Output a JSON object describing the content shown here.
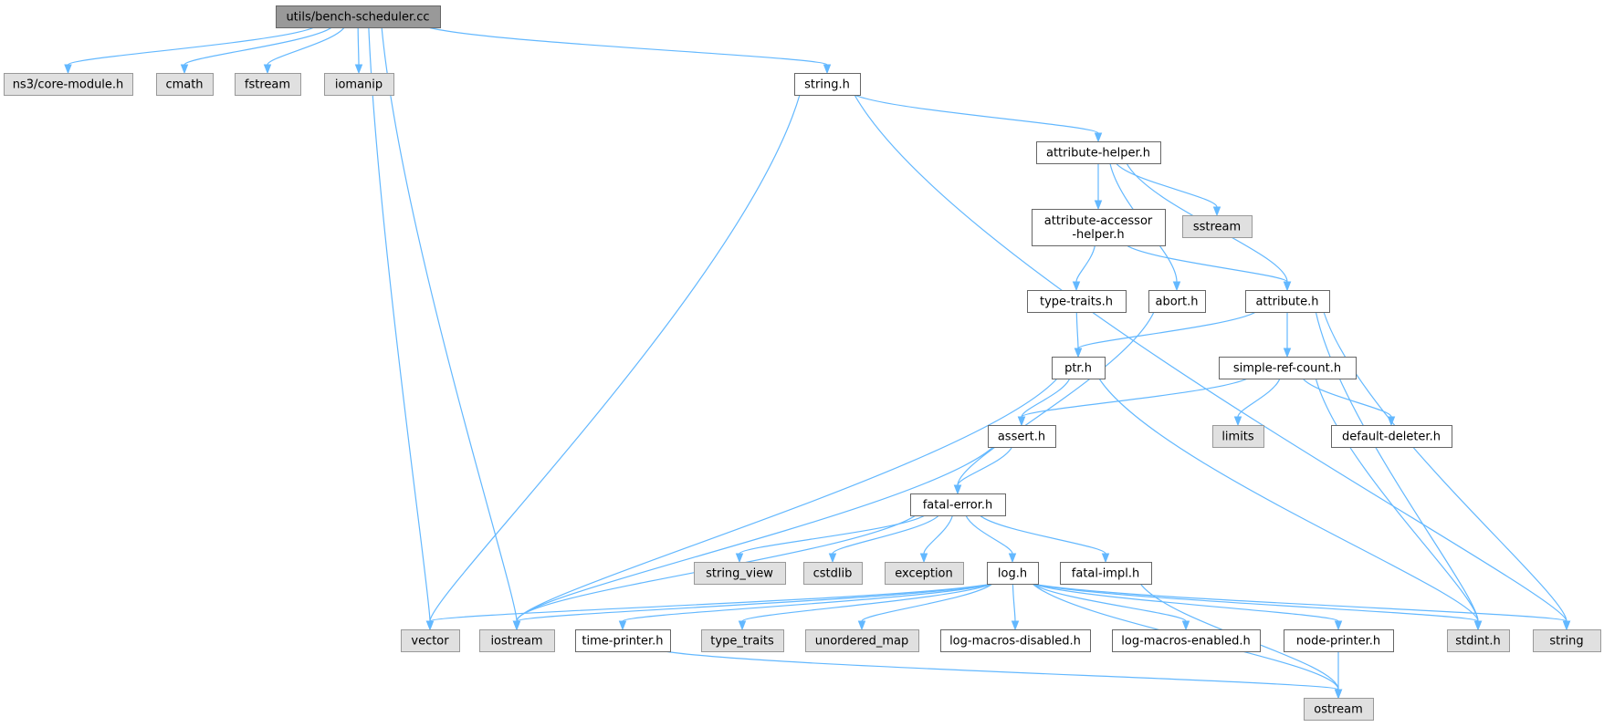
{
  "colors": {
    "root_fill": "#999999",
    "root_stroke": "#666666",
    "doc_fill": "#ffffff",
    "doc_stroke": "#666666",
    "sys_fill": "#e0e0e0",
    "sys_stroke": "#999999",
    "edge": "#63b8ff"
  },
  "nodes": {
    "bench": {
      "lines": [
        "utils/bench-scheduler.cc"
      ],
      "kind": "root"
    },
    "coremod": {
      "lines": [
        "ns3/core-module.h"
      ],
      "kind": "sys"
    },
    "cmath": {
      "lines": [
        "cmath"
      ],
      "kind": "sys"
    },
    "fstream": {
      "lines": [
        "fstream"
      ],
      "kind": "sys"
    },
    "iomanip": {
      "lines": [
        "iomanip"
      ],
      "kind": "sys"
    },
    "stringh": {
      "lines": [
        "string.h"
      ],
      "kind": "doc"
    },
    "attrhelper": {
      "lines": [
        "attribute-helper.h"
      ],
      "kind": "doc"
    },
    "accessor": {
      "lines": [
        "attribute-accessor",
        "-helper.h"
      ],
      "kind": "doc"
    },
    "sstream": {
      "lines": [
        "sstream"
      ],
      "kind": "sys"
    },
    "typetraitsh": {
      "lines": [
        "type-traits.h"
      ],
      "kind": "doc"
    },
    "abort": {
      "lines": [
        "abort.h"
      ],
      "kind": "doc"
    },
    "attribute": {
      "lines": [
        "attribute.h"
      ],
      "kind": "doc"
    },
    "ptr": {
      "lines": [
        "ptr.h"
      ],
      "kind": "doc"
    },
    "srefcount": {
      "lines": [
        "simple-ref-count.h"
      ],
      "kind": "doc"
    },
    "assert": {
      "lines": [
        "assert.h"
      ],
      "kind": "doc"
    },
    "limits": {
      "lines": [
        "limits"
      ],
      "kind": "sys"
    },
    "deleter": {
      "lines": [
        "default-deleter.h"
      ],
      "kind": "doc"
    },
    "fatalerror": {
      "lines": [
        "fatal-error.h"
      ],
      "kind": "doc"
    },
    "stringview": {
      "lines": [
        "string_view"
      ],
      "kind": "sys"
    },
    "cstdlib": {
      "lines": [
        "cstdlib"
      ],
      "kind": "sys"
    },
    "exception": {
      "lines": [
        "exception"
      ],
      "kind": "sys"
    },
    "log": {
      "lines": [
        "log.h"
      ],
      "kind": "doc"
    },
    "fatalimpl": {
      "lines": [
        "fatal-impl.h"
      ],
      "kind": "doc"
    },
    "vector": {
      "lines": [
        "vector"
      ],
      "kind": "sys"
    },
    "iostream": {
      "lines": [
        "iostream"
      ],
      "kind": "sys"
    },
    "timeprinter": {
      "lines": [
        "time-printer.h"
      ],
      "kind": "doc"
    },
    "type_traits": {
      "lines": [
        "type_traits"
      ],
      "kind": "sys"
    },
    "unordered": {
      "lines": [
        "unordered_map"
      ],
      "kind": "sys"
    },
    "logdisabled": {
      "lines": [
        "log-macros-disabled.h"
      ],
      "kind": "doc"
    },
    "logenabled": {
      "lines": [
        "log-macros-enabled.h"
      ],
      "kind": "doc"
    },
    "nodeprinter": {
      "lines": [
        "node-printer.h"
      ],
      "kind": "doc"
    },
    "stdint": {
      "lines": [
        "stdint.h"
      ],
      "kind": "sys"
    },
    "string": {
      "lines": [
        "string"
      ],
      "kind": "sys"
    },
    "ostream": {
      "lines": [
        "ostream"
      ],
      "kind": "sys"
    }
  },
  "edges": [
    [
      "bench",
      "coremod"
    ],
    [
      "bench",
      "cmath"
    ],
    [
      "bench",
      "fstream"
    ],
    [
      "bench",
      "iomanip"
    ],
    [
      "bench",
      "stringh"
    ],
    [
      "bench",
      "vector"
    ],
    [
      "bench",
      "iostream"
    ],
    [
      "stringh",
      "attrhelper"
    ],
    [
      "stringh",
      "vector"
    ],
    [
      "stringh",
      "string"
    ],
    [
      "attrhelper",
      "accessor"
    ],
    [
      "attrhelper",
      "sstream"
    ],
    [
      "attrhelper",
      "abort"
    ],
    [
      "attrhelper",
      "attribute"
    ],
    [
      "accessor",
      "typetraitsh"
    ],
    [
      "accessor",
      "attribute"
    ],
    [
      "typetraitsh",
      "ptr"
    ],
    [
      "abort",
      "fatalerror"
    ],
    [
      "attribute",
      "ptr"
    ],
    [
      "attribute",
      "srefcount"
    ],
    [
      "attribute",
      "stdint"
    ],
    [
      "attribute",
      "string"
    ],
    [
      "ptr",
      "assert"
    ],
    [
      "ptr",
      "iostream"
    ],
    [
      "ptr",
      "stdint"
    ],
    [
      "srefcount",
      "assert"
    ],
    [
      "srefcount",
      "limits"
    ],
    [
      "srefcount",
      "deleter"
    ],
    [
      "srefcount",
      "stdint"
    ],
    [
      "assert",
      "fatalerror"
    ],
    [
      "assert",
      "iostream"
    ],
    [
      "fatalerror",
      "stringview"
    ],
    [
      "fatalerror",
      "cstdlib"
    ],
    [
      "fatalerror",
      "exception"
    ],
    [
      "fatalerror",
      "log"
    ],
    [
      "fatalerror",
      "fatalimpl"
    ],
    [
      "fatalerror",
      "iostream"
    ],
    [
      "log",
      "vector"
    ],
    [
      "log",
      "iostream"
    ],
    [
      "log",
      "timeprinter"
    ],
    [
      "log",
      "type_traits"
    ],
    [
      "log",
      "unordered"
    ],
    [
      "log",
      "logdisabled"
    ],
    [
      "log",
      "logenabled"
    ],
    [
      "log",
      "nodeprinter"
    ],
    [
      "log",
      "stdint"
    ],
    [
      "log",
      "string"
    ],
    [
      "log",
      "ostream"
    ],
    [
      "fatalimpl",
      "ostream"
    ],
    [
      "timeprinter",
      "ostream"
    ],
    [
      "nodeprinter",
      "ostream"
    ]
  ]
}
